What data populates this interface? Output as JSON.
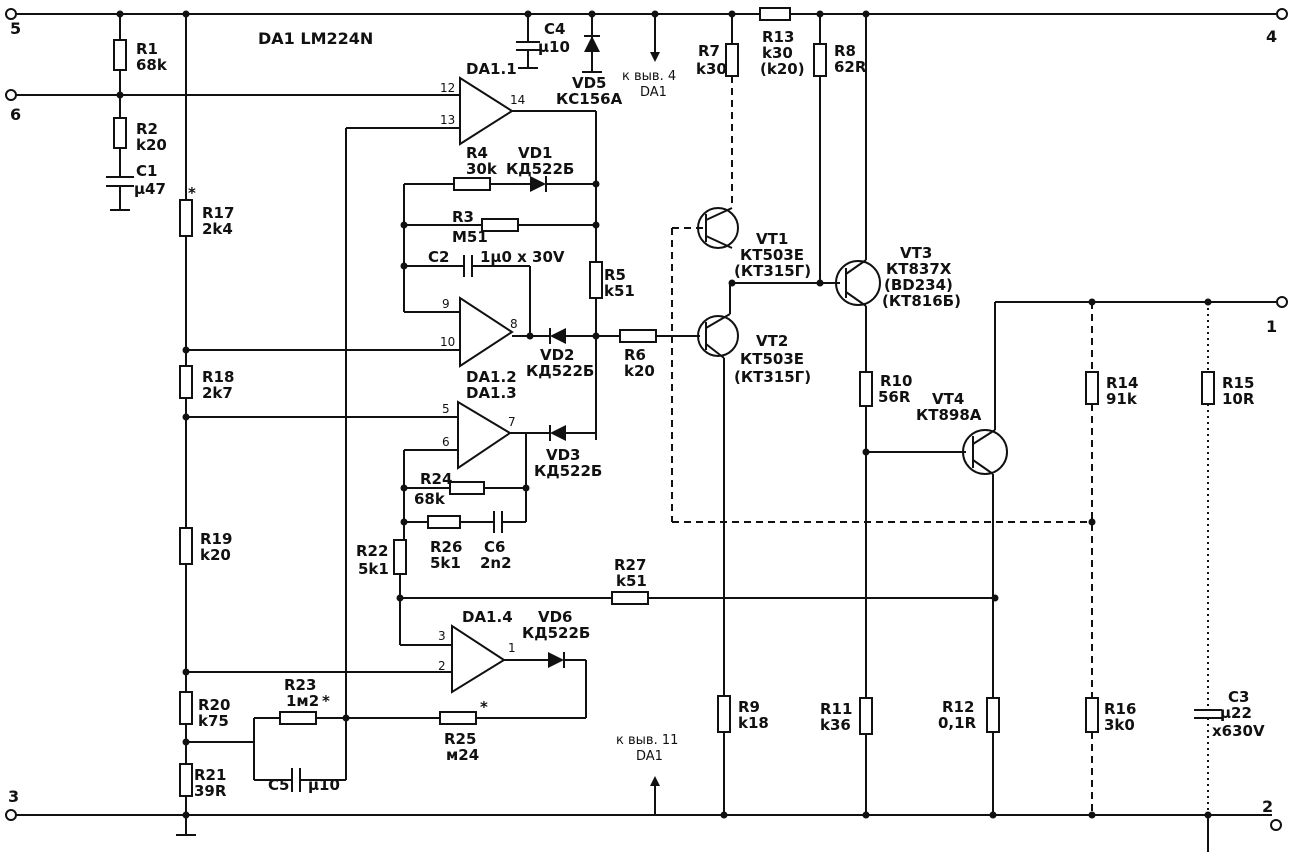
{
  "title": "DA1 LM224N",
  "terminals": {
    "t1": "1",
    "t2": "2",
    "t3": "3",
    "t4": "4",
    "t5": "5",
    "t6": "6"
  },
  "opamps": {
    "da11": {
      "name": "DA1.1",
      "plus": "12",
      "minus": "13",
      "out": "14"
    },
    "da12": {
      "name": "DA1.2",
      "plus": "10",
      "minus": "9",
      "out": "8"
    },
    "da13": {
      "name": "DA1.3",
      "plus": "5",
      "minus": "6",
      "out": "7"
    },
    "da14": {
      "name": "DA1.4",
      "plus": "3",
      "minus": "2",
      "out": "1"
    }
  },
  "resistors": {
    "r1": {
      "name": "R1",
      "value": "68k"
    },
    "r2": {
      "name": "R2",
      "value": "k20"
    },
    "r3": {
      "name": "R3",
      "value": "M51"
    },
    "r4": {
      "name": "R4",
      "value": "30k"
    },
    "r5": {
      "name": "R5",
      "value": "k51"
    },
    "r6": {
      "name": "R6",
      "value": "k20"
    },
    "r7": {
      "name": "R7",
      "value": "k30"
    },
    "r8": {
      "name": "R8",
      "value": "62R"
    },
    "r9": {
      "name": "R9",
      "value": "k18"
    },
    "r10": {
      "name": "R10",
      "value": "56R"
    },
    "r11": {
      "name": "R11",
      "value": "k36"
    },
    "r12": {
      "name": "R12",
      "value": "0,1R"
    },
    "r13": {
      "name": "R13",
      "value": "k30",
      "alt": "(k20)"
    },
    "r14": {
      "name": "R14",
      "value": "91k"
    },
    "r15": {
      "name": "R15",
      "value": "10R"
    },
    "r16": {
      "name": "R16",
      "value": "3k0"
    },
    "r17": {
      "name": "R17",
      "value": "2k4",
      "mark": "*"
    },
    "r18": {
      "name": "R18",
      "value": "2k7"
    },
    "r19": {
      "name": "R19",
      "value": "k20"
    },
    "r20": {
      "name": "R20",
      "value": "k75"
    },
    "r21": {
      "name": "R21",
      "value": "39R"
    },
    "r22": {
      "name": "R22",
      "value": "5k1"
    },
    "r23": {
      "name": "R23",
      "value": "1м2",
      "mark": "*"
    },
    "r24": {
      "name": "R24",
      "value": "68k"
    },
    "r25": {
      "name": "R25",
      "value": "м24",
      "mark": "*"
    },
    "r26": {
      "name": "R26",
      "value": "5k1"
    },
    "r27": {
      "name": "R27",
      "value": "k51"
    }
  },
  "capacitors": {
    "c1": {
      "name": "C1",
      "value": "μ47"
    },
    "c2": {
      "name": "C2",
      "value": "1μ0 x 30V"
    },
    "c3": {
      "name": "C3",
      "value": "μ22",
      "rating": "x630V"
    },
    "c4": {
      "name": "C4",
      "value": "μ10"
    },
    "c5": {
      "name": "C5",
      "value": "μ10"
    },
    "c6": {
      "name": "C6",
      "value": "2n2"
    }
  },
  "diodes": {
    "vd1": {
      "name": "VD1",
      "value": "КД522Б"
    },
    "vd2": {
      "name": "VD2",
      "value": "КД522Б"
    },
    "vd3": {
      "name": "VD3",
      "value": "КД522Б"
    },
    "vd5": {
      "name": "VD5",
      "value": "КС156А"
    },
    "vd6": {
      "name": "VD6",
      "value": "КД522Б"
    }
  },
  "transistors": {
    "vt1": {
      "name": "VT1",
      "value": "КТ503Е",
      "alt": "(КТ315Г)"
    },
    "vt2": {
      "name": "VT2",
      "value": "КТ503Е",
      "alt": "(КТ315Г)"
    },
    "vt3": {
      "name": "VT3",
      "value": "КТ837Х",
      "alt": "(BD234)",
      "alt2": "(КТ816Б)"
    },
    "vt4": {
      "name": "VT4",
      "value": "КТ898А"
    }
  },
  "notes": {
    "pin4_line1": "к выв. 4",
    "pin4_line2": "DA1",
    "pin11_line1": "к выв. 11",
    "pin11_line2": "DA1"
  }
}
